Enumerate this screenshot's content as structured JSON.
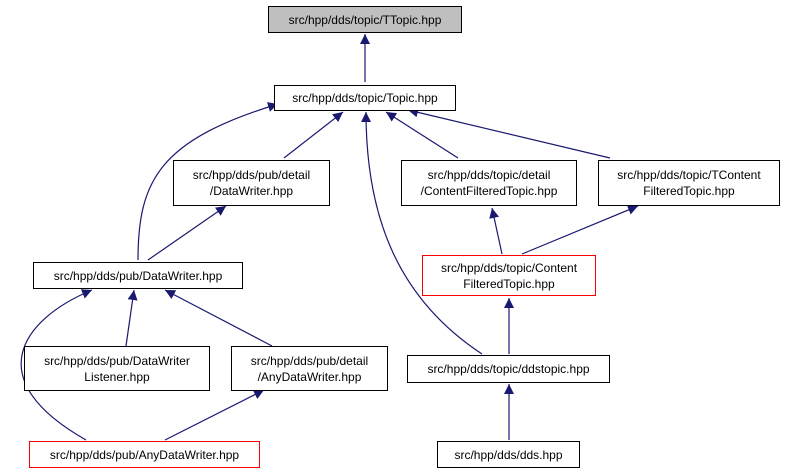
{
  "colors": {
    "edge": "#191970",
    "border": "#000000",
    "highlight_border": "#ff0000",
    "current_fill": "#bfbfbf"
  },
  "nodes": {
    "ttopic": {
      "lines": [
        "src/hpp/dds/topic/TTopic.hpp"
      ]
    },
    "topic": {
      "lines": [
        "src/hpp/dds/topic/Topic.hpp"
      ]
    },
    "pub_detail_datawriter": {
      "lines": [
        "src/hpp/dds/pub/detail",
        "/DataWriter.hpp"
      ]
    },
    "topic_detail_cft": {
      "lines": [
        "src/hpp/dds/topic/detail",
        "/ContentFilteredTopic.hpp"
      ]
    },
    "tcontent_filtered": {
      "lines": [
        "src/hpp/dds/topic/TContent",
        "FilteredTopic.hpp"
      ]
    },
    "datawriter": {
      "lines": [
        "src/hpp/dds/pub/DataWriter.hpp"
      ]
    },
    "cft": {
      "lines": [
        "src/hpp/dds/topic/Content",
        "FilteredTopic.hpp"
      ]
    },
    "datawriter_listener": {
      "lines": [
        "src/hpp/dds/pub/DataWriter",
        "Listener.hpp"
      ]
    },
    "pub_detail_anydatawriter": {
      "lines": [
        "src/hpp/dds/pub/detail",
        "/AnyDataWriter.hpp"
      ]
    },
    "ddstopic": {
      "lines": [
        "src/hpp/dds/topic/ddstopic.hpp"
      ]
    },
    "anydatawriter": {
      "lines": [
        "src/hpp/dds/pub/AnyDataWriter.hpp"
      ]
    },
    "dds": {
      "lines": [
        "src/hpp/dds/dds.hpp"
      ]
    }
  }
}
